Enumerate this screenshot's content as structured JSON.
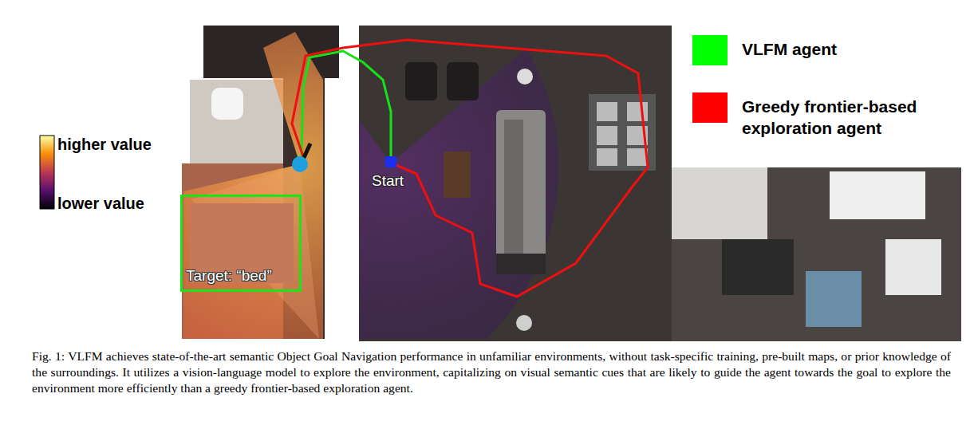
{
  "diagram": {
    "caption": "Fig. 1: VLFM achieves state-of-the-art semantic Object Goal Navigation performance in unfamiliar environments, without task-specific training, pre-built maps, or prior knowledge of the surroundings. It utilizes a vision-language model to explore the environment, capitalizing on visual semantic cues that are likely to guide the agent towards the goal to explore the environment more efficiently than a greedy frontier-based exploration agent.",
    "nodes": [
      {
        "text": [
          "Target: “bed”"
        ]
      }
    ],
    "labels": [
      "higher value",
      "lower value",
      "Start"
    ],
    "legend": [
      {
        "text": "VLFM agent",
        "color": "#00ff00"
      },
      {
        "text": "Greedy frontier-based exploration agent",
        "color": "#ff0000"
      }
    ]
  }
}
